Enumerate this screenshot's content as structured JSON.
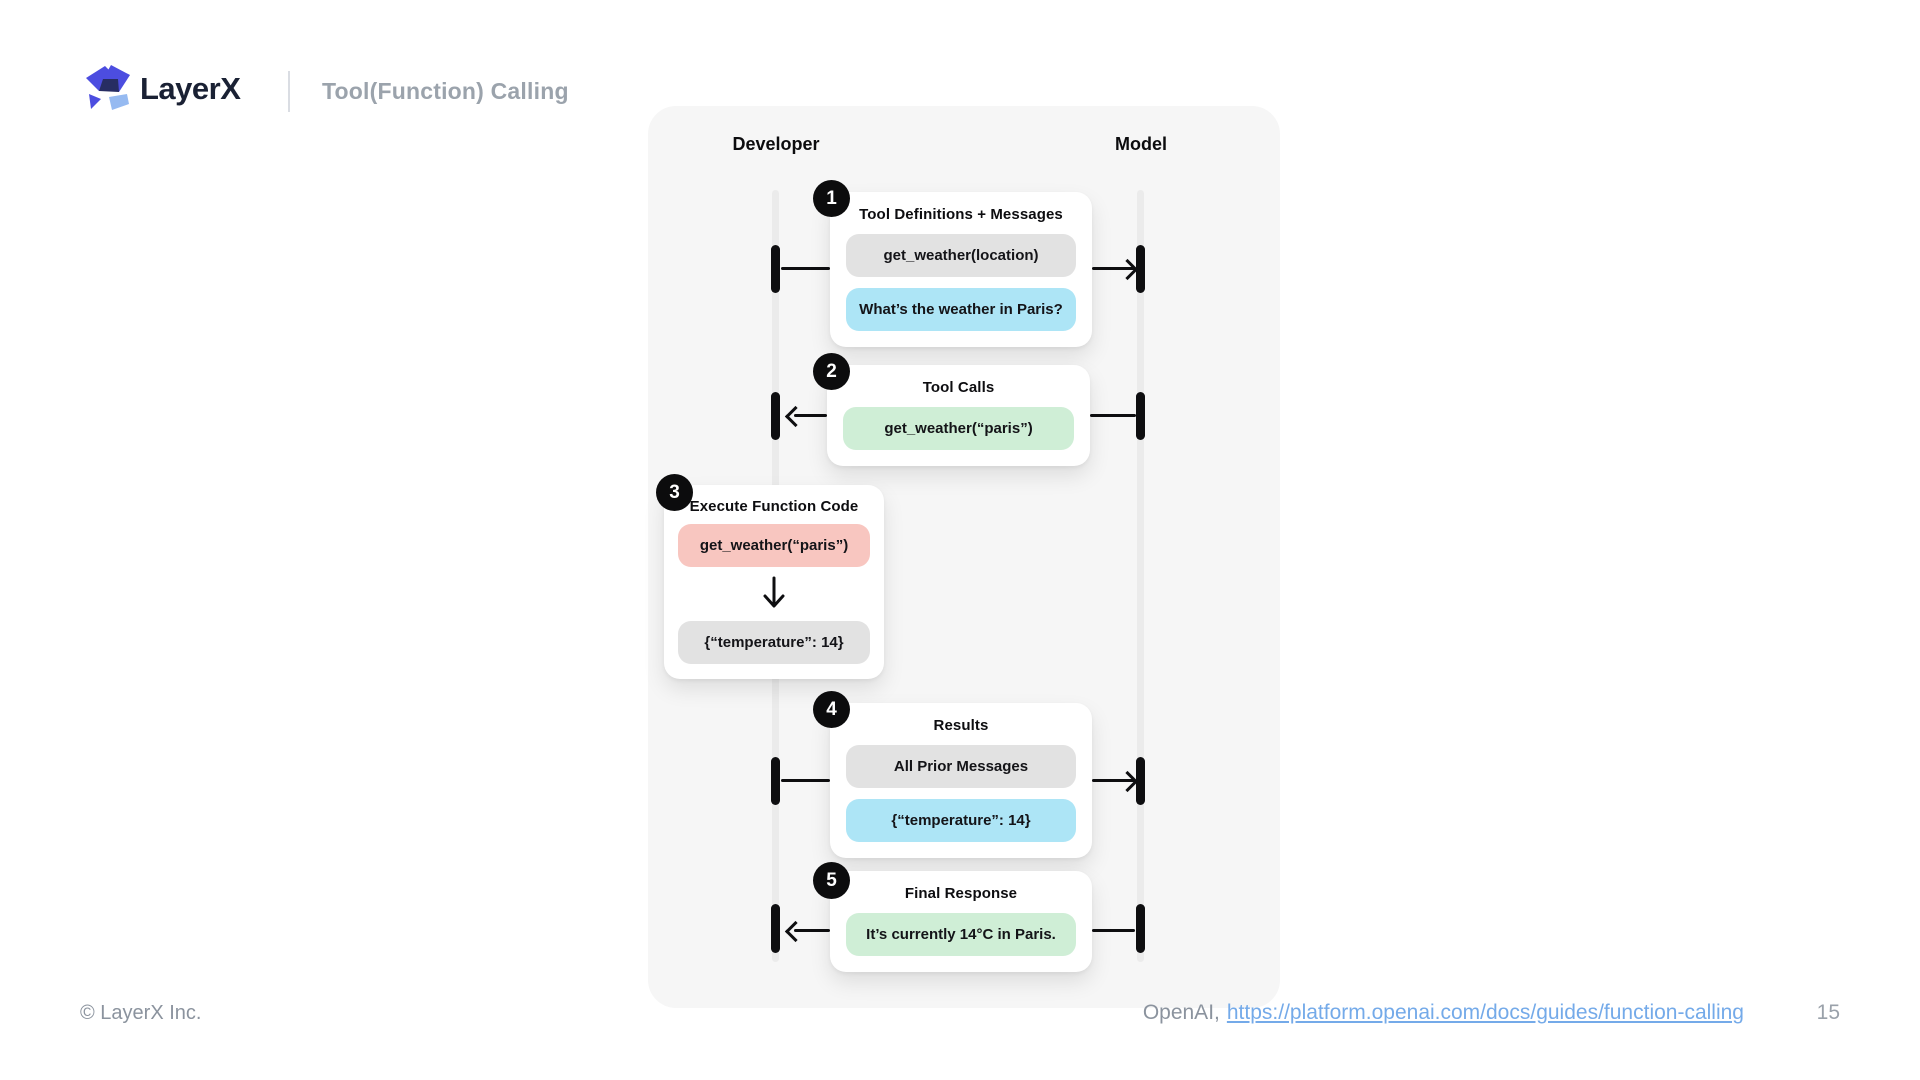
{
  "header": {
    "logo_text": "LayerX",
    "title": "Tool(Function) Calling"
  },
  "diagram": {
    "left_actor": "Developer",
    "right_actor": "Model",
    "steps": [
      {
        "number": "1",
        "title": "Tool Definitions + Messages",
        "direction": "developer-to-model",
        "pills": [
          {
            "text": "get_weather(location)",
            "color": "#e2e2e2"
          },
          {
            "text": "What’s the weather in Paris?",
            "color": "#ade5f6"
          }
        ]
      },
      {
        "number": "2",
        "title": "Tool Calls",
        "direction": "model-to-developer",
        "pills": [
          {
            "text": "get_weather(“paris”)",
            "color": "#cfeed6"
          }
        ]
      },
      {
        "number": "3",
        "title": "Execute Function Code",
        "direction": "internal",
        "pills": [
          {
            "text": "get_weather(“paris”)",
            "color": "#f8c6c0"
          },
          {
            "text": "{“temperature”: 14}",
            "color": "#e2e2e2"
          }
        ]
      },
      {
        "number": "4",
        "title": "Results",
        "direction": "developer-to-model",
        "pills": [
          {
            "text": "All Prior Messages",
            "color": "#e2e2e2"
          },
          {
            "text": "{“temperature”: 14}",
            "color": "#ade5f6"
          }
        ]
      },
      {
        "number": "5",
        "title": "Final Response",
        "direction": "model-to-developer",
        "pills": [
          {
            "text": "It’s currently 14°C in Paris.",
            "color": "#cfeed6"
          }
        ]
      }
    ]
  },
  "footer": {
    "copyright": "© LayerX Inc.",
    "source_prefix": "OpenAI,",
    "source_link": "https://platform.openai.com/docs/guides/function-calling",
    "page_number": "15"
  },
  "colors": {
    "brand_indigo": "#4c4de0",
    "brand_navy": "#272d63",
    "brand_light_blue": "#96baf1",
    "panel_bg": "#f6f6f6",
    "pill_gray": "#e2e2e2",
    "pill_blue": "#ade5f6",
    "pill_green": "#cfeed6",
    "pill_red": "#f8c6c0",
    "line_black": "#0e0e10",
    "link_blue": "#74aae9",
    "muted_gray": "#8b939e"
  }
}
